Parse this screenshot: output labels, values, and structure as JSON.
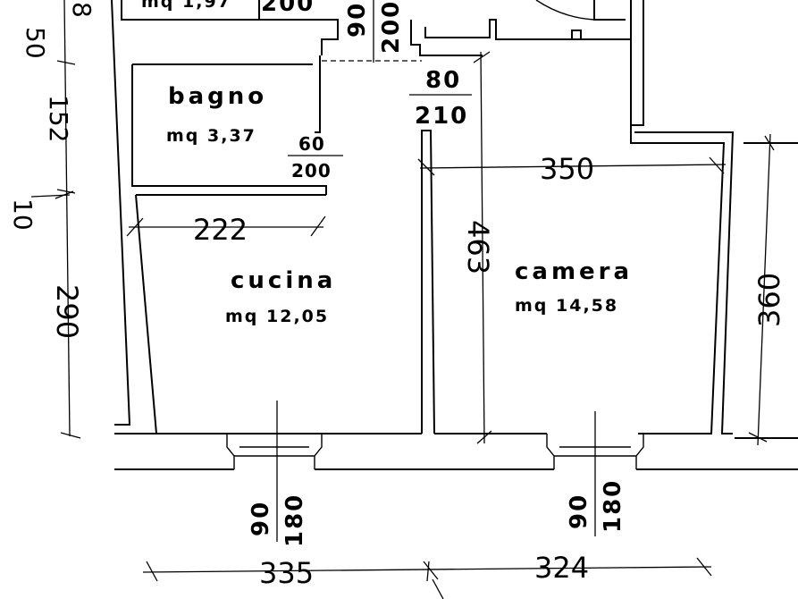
{
  "rooms": {
    "top_partial": {
      "area": "mq 1,97"
    },
    "bagno": {
      "name": "bagno",
      "area": "mq 3,37"
    },
    "cucina": {
      "name": "cucina",
      "area": "mq 12,05"
    },
    "camera": {
      "name": "camera",
      "area": "mq 14,58"
    }
  },
  "doors": {
    "top_door_width": "200",
    "top_door_w2": "90",
    "top_door_h2": "200",
    "camera_door_width": "80",
    "camera_door_height": "210",
    "bagno_door_width": "60",
    "bagno_door_height": "200"
  },
  "windows": {
    "cucina_width": "90",
    "cucina_height": "180",
    "camera_width": "90",
    "camera_height": "180"
  },
  "dimensions": {
    "left_50": "50",
    "left_152": "152",
    "left_10": "10",
    "left_290": "290",
    "cucina_width": "222",
    "camera_width": "350",
    "camera_depth": "463",
    "right_360": "360",
    "bottom_335": "335",
    "bottom_324": "324",
    "top_left_partial": "8"
  }
}
